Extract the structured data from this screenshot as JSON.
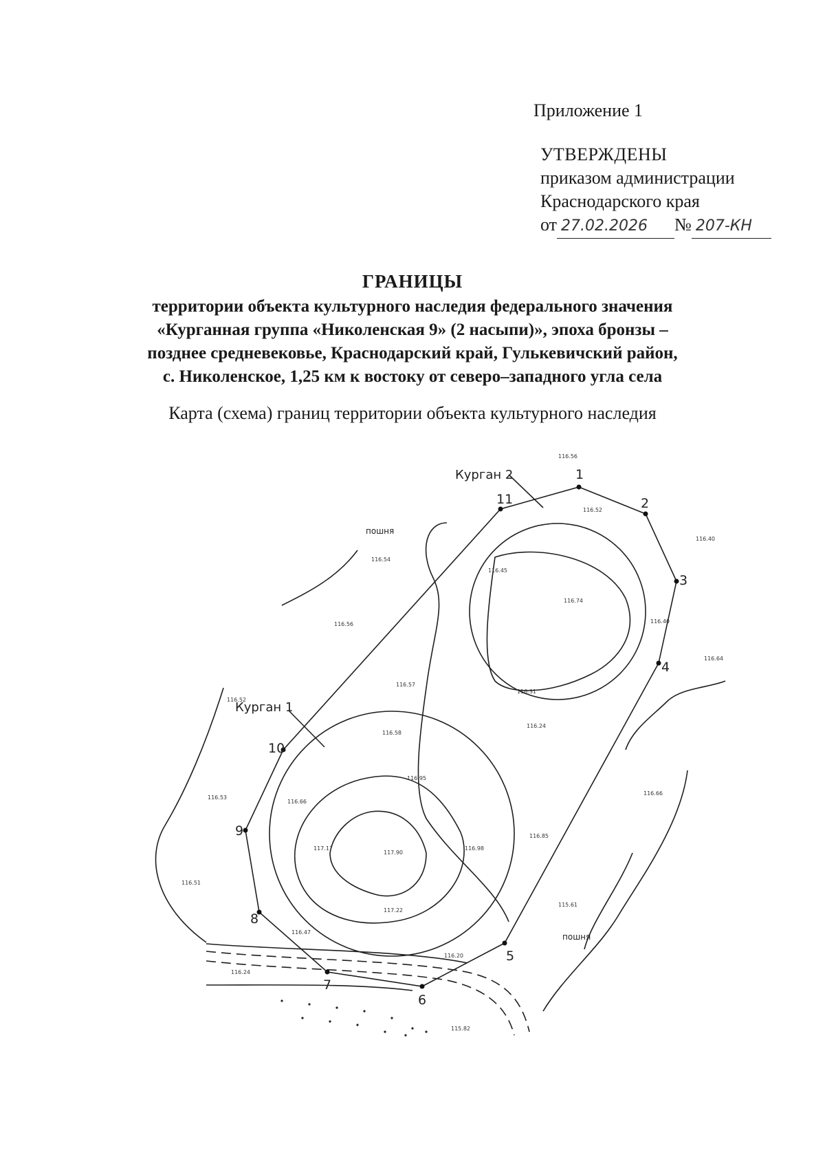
{
  "header": {
    "appendix": "Приложение 1",
    "approved": "УТВЕРЖДЕНЫ",
    "line2": "приказом администрации",
    "line3": "Краснодарского края",
    "from_prefix": "от",
    "date_handwritten": "27.02.2026",
    "number_sign": "№",
    "number_handwritten": "207-КН"
  },
  "title": "ГРАНИЦЫ",
  "subtitle_lines": [
    "территории объекта культурного наследия федерального значения",
    "«Курганная группа «Николенская 9» (2 насыпи)», эпоха бронзы –",
    "позднее средневековье, Краснодарский край, Гулькевичский район,",
    "с. Николенское, 1,25 км к востоку от северо–западного угла села"
  ],
  "map_caption": "Карта (схема) границ территории объекта культурного наследия",
  "map": {
    "kurgan1_label": "Курган 1",
    "kurgan2_label": "Курган 2",
    "field_label_top": "пошня",
    "field_label_bottom": "пошня",
    "points": [
      "1",
      "2",
      "3",
      "4",
      "5",
      "6",
      "7",
      "8",
      "9",
      "10",
      "11"
    ],
    "elevations": [
      "116.56",
      "116.52",
      "116.40",
      "116.54",
      "116.45",
      "116.74",
      "116.56",
      "116.40",
      "116.64",
      "116.57",
      "116.31",
      "116.52",
      "116.58",
      "116.24",
      "116.95",
      "116.66",
      "116.53",
      "117.17",
      "117.90",
      "116.98",
      "116.85",
      "116.66",
      "116.51",
      "117.22",
      "116.47",
      "115.61",
      "116.20",
      "116.24",
      "115.82"
    ],
    "colors": {
      "ink": "#1f1f1f"
    }
  }
}
